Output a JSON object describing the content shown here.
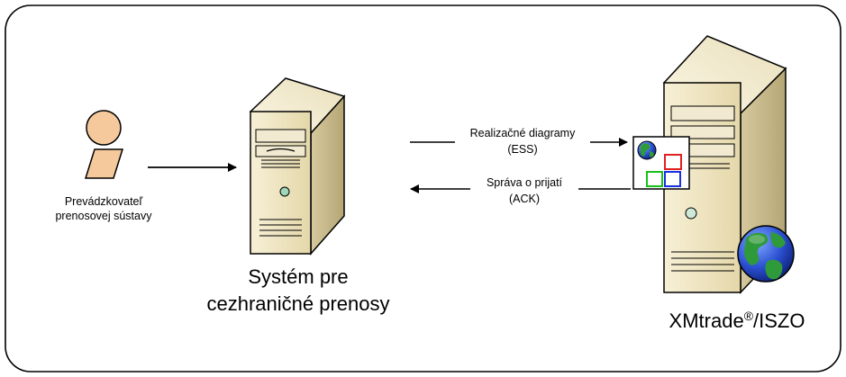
{
  "actor": {
    "label_line1": "Prevádzkovateľ",
    "label_line2": "prenosovej sústavy"
  },
  "server_left": {
    "label_line1": "Systém pre",
    "label_line2": "cezhraničné prenosy"
  },
  "server_right": {
    "label_main": "XMtrade",
    "label_sup": "®",
    "label_suffix": "/ISZO"
  },
  "arrow_top": {
    "label_line1": "Realizačné diagramy",
    "label_line2": "(ESS)"
  },
  "arrow_bottom": {
    "label_line1": "Správa o prijatí",
    "label_line2": "(ACK)"
  },
  "icons": {
    "actor": "person-icon",
    "left_server": "server-tower-icon",
    "right_server": "server-tower-icon",
    "globe": "globe-icon",
    "message": "message-document-icon"
  },
  "colors": {
    "server_body": "#efe5c3",
    "server_side": "#cdbf93",
    "person": "#f6c99d",
    "globe_ocean": "#2a4fd0",
    "globe_land": "#2f9a3a",
    "msg_red": "#e02020",
    "msg_green": "#18c018",
    "msg_blue": "#1830e0"
  }
}
